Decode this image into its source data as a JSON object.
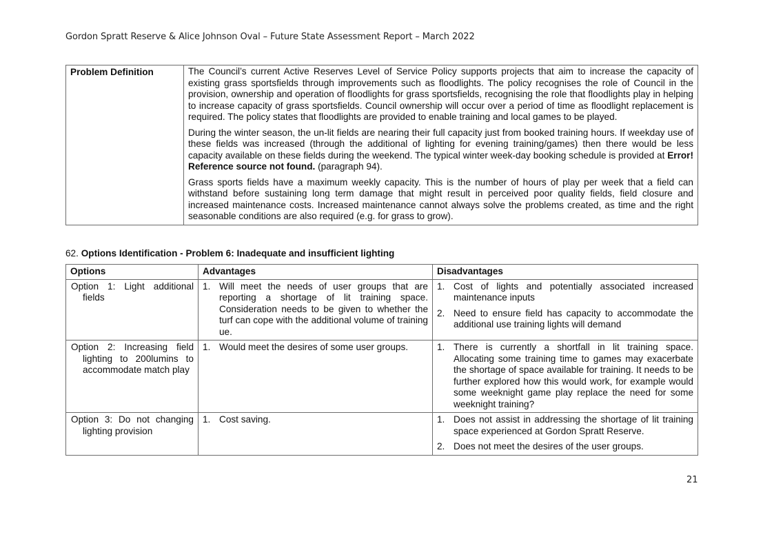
{
  "header": "Gordon Spratt Reserve & Alice Johnson Oval – Future State Assessment Report – March 2022",
  "problem_definition": {
    "label": "Problem Definition",
    "para1": "The Council’s current Active Reserves Level of Service Policy supports projects that aim to increase the capacity of existing grass sportsfields through improvements such as floodlights. The policy recognises the role of Council in the provision, ownership and operation of floodlights for grass sportsfields, recognising the role that floodlights play in helping to increase capacity of grass sportsfields. Council ownership will occur over a period of time as floodlight replacement is required. The policy states that floodlights are provided to enable training and local games to be played.",
    "para2_start": "During the winter season, the un-lit fields are nearing their full capacity just from booked training hours. If weekday use of these fields was increased (through the additional of lighting for evening training/games) then there would be less capacity available on these fields during the weekend. The typical winter week-day booking schedule is provided at ",
    "para2_bold": "Error! Reference source not found.",
    "para2_end": " (paragraph 94).",
    "para3": "Grass sports fields have a maximum weekly capacity. This is the number of hours of play per week that a field can withstand before sustaining long term damage that might result in perceived poor quality fields, field closure and increased maintenance costs. Increased maintenance cannot always solve the problems created, as time and the right seasonable conditions are also required (e.g. for grass to grow)."
  },
  "section": {
    "number": "62. ",
    "title": "Options Identification - Problem 6: Inadequate and insufficient lighting"
  },
  "options_table": {
    "headers": [
      "Options",
      "Advantages",
      "Disadvantages"
    ],
    "rows": [
      {
        "option": "Option 1: Light additional fields",
        "advantages": [
          {
            "n": "1.",
            "t": "Will meet the needs of user groups that are reporting a shortage of lit training space. Consideration needs to be given to whether the turf can cope with the additional volume of training ue."
          }
        ],
        "disadvantages": [
          {
            "n": "1.",
            "t": "Cost of lights and potentially associated increased maintenance inputs"
          },
          {
            "n": "2.",
            "t": "Need to ensure field has capacity to accommodate the additional use training lights will demand"
          }
        ]
      },
      {
        "option": "Option 2: Increasing field lighting to 200lumins to accommodate match play",
        "advantages": [
          {
            "n": "1.",
            "t": "Would meet the desires of some user groups."
          }
        ],
        "disadvantages": [
          {
            "n": "1.",
            "t": "There is currently a shortfall in lit training space. Allocating some training time to games may exacerbate the shortage of space available for training. It needs to be further explored how this would work, for example would some weeknight game play replace the need for some weeknight training?"
          }
        ]
      },
      {
        "option": "Option 3: Do not changing lighting provision",
        "advantages": [
          {
            "n": "1.",
            "t": "Cost saving."
          }
        ],
        "disadvantages": [
          {
            "n": "1.",
            "t": "Does not assist in addressing the shortage of lit training space experienced at Gordon Spratt Reserve."
          },
          {
            "n": "2.",
            "t": "Does not meet the desires of the user groups."
          }
        ]
      }
    ]
  },
  "page_number": "21"
}
